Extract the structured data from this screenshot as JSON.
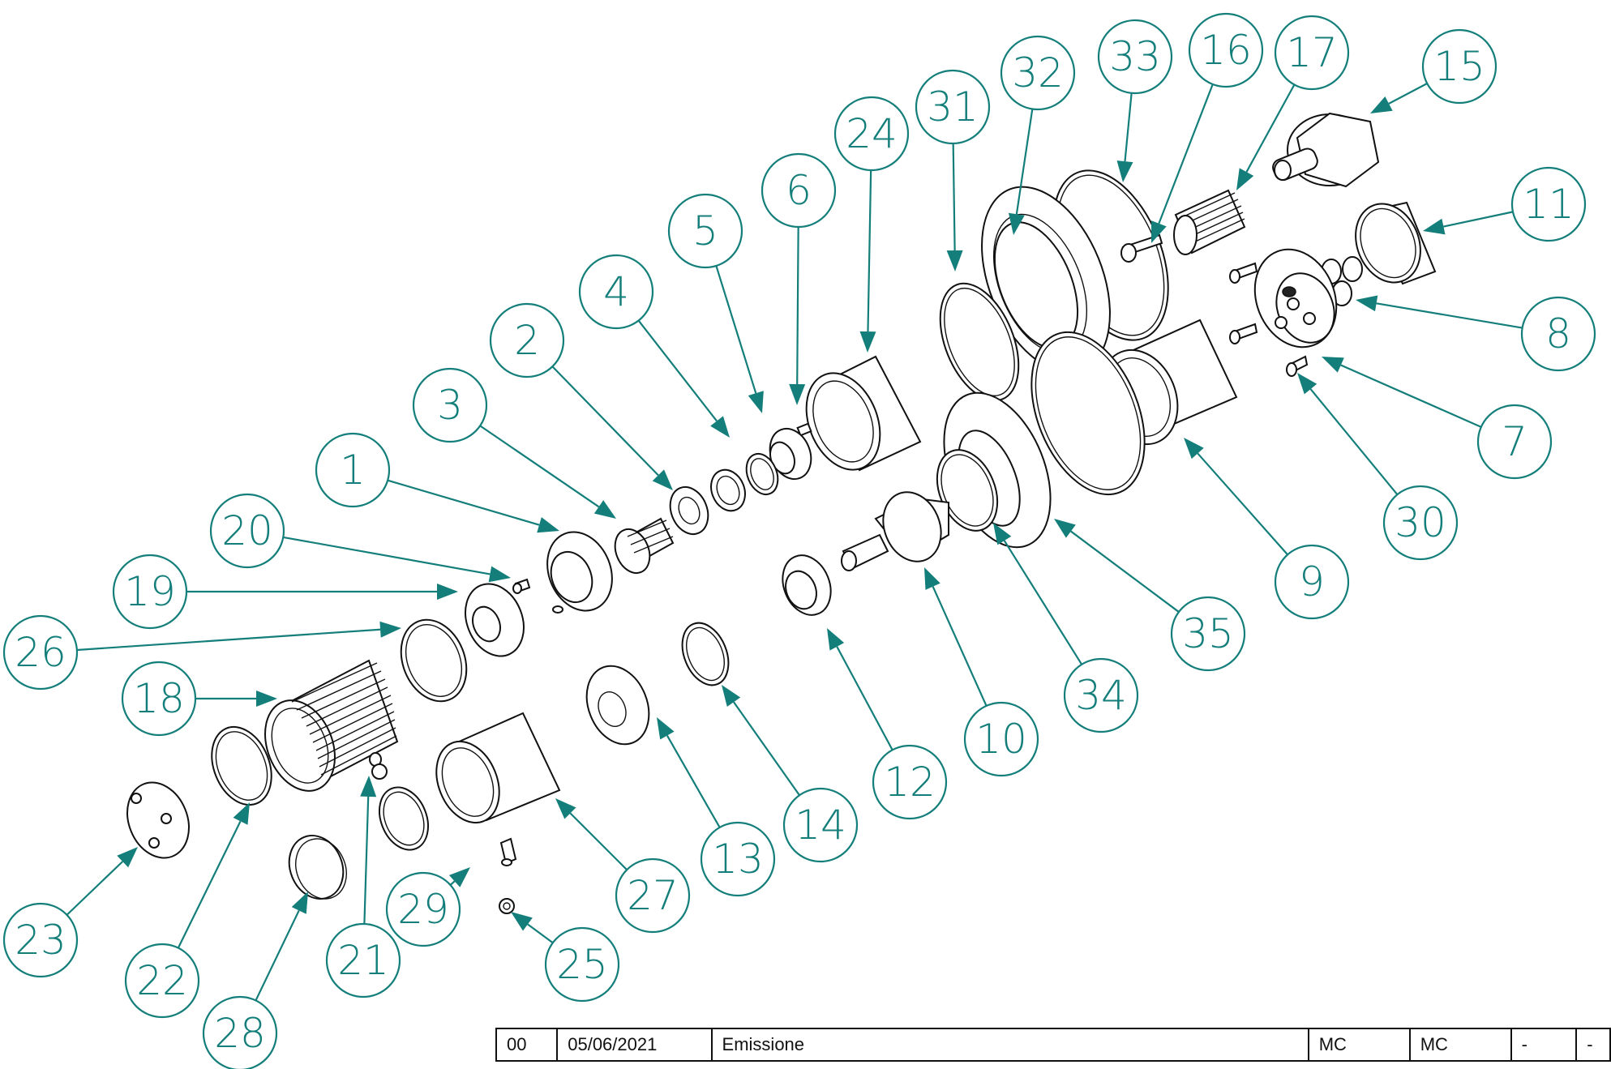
{
  "callouts": [
    {
      "label": "1"
    },
    {
      "label": "2"
    },
    {
      "label": "3"
    },
    {
      "label": "4"
    },
    {
      "label": "5"
    },
    {
      "label": "6"
    },
    {
      "label": "7"
    },
    {
      "label": "8"
    },
    {
      "label": "9"
    },
    {
      "label": "10"
    },
    {
      "label": "11"
    },
    {
      "label": "12"
    },
    {
      "label": "13"
    },
    {
      "label": "14"
    },
    {
      "label": "15"
    },
    {
      "label": "16"
    },
    {
      "label": "17"
    },
    {
      "label": "18"
    },
    {
      "label": "19"
    },
    {
      "label": "20"
    },
    {
      "label": "21"
    },
    {
      "label": "22"
    },
    {
      "label": "23"
    },
    {
      "label": "24"
    },
    {
      "label": "25"
    },
    {
      "label": "26"
    },
    {
      "label": "27"
    },
    {
      "label": "28"
    },
    {
      "label": "29"
    },
    {
      "label": "30"
    },
    {
      "label": "31"
    },
    {
      "label": "32"
    },
    {
      "label": "33"
    },
    {
      "label": "34"
    },
    {
      "label": "35"
    }
  ],
  "revision_table": {
    "rows": [
      [
        "00",
        "05/06/2021",
        "Emissione",
        "MC",
        "MC",
        "-",
        "-"
      ]
    ]
  },
  "colors": {
    "callout": "#137e7a",
    "line": "#111111"
  }
}
